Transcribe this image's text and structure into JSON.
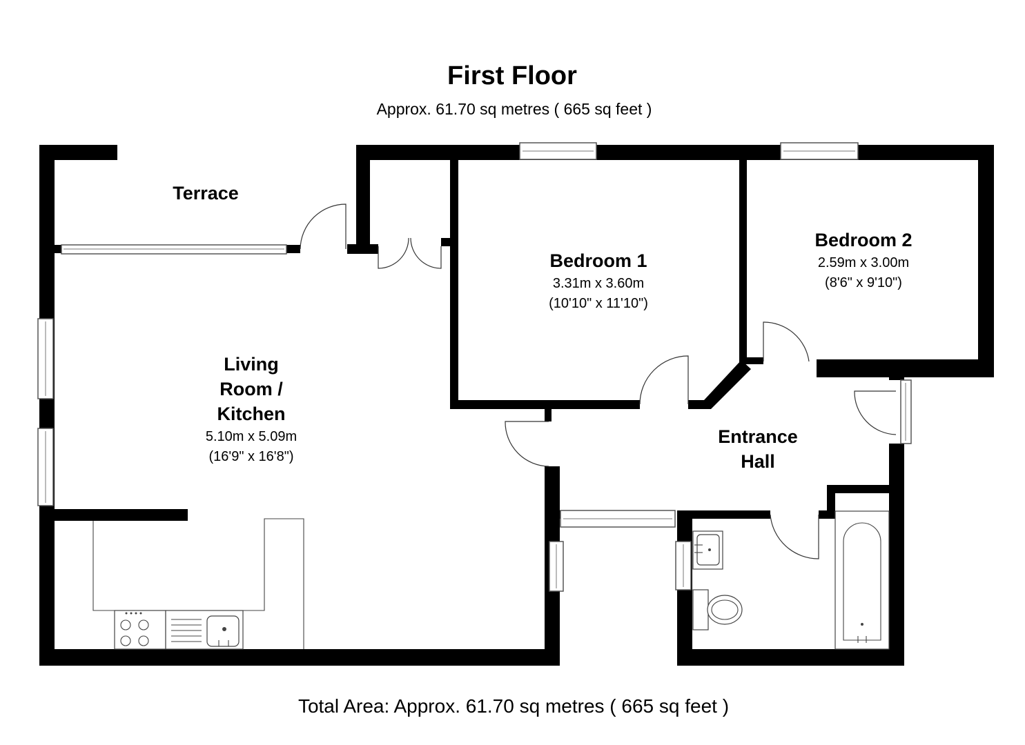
{
  "header": {
    "title": "First Floor",
    "subtitle": "Approx. 61.70 sq metres  ( 665 sq feet )"
  },
  "rooms": {
    "terrace": {
      "name": "Terrace"
    },
    "bedroom1": {
      "name": "Bedroom 1",
      "dim_metric": "3.31m x 3.60m",
      "dim_imperial": "(10'10\" x 11'10\")"
    },
    "bedroom2": {
      "name": "Bedroom 2",
      "dim_metric": "2.59m x 3.00m",
      "dim_imperial": "(8'6\" x 9'10\")"
    },
    "living": {
      "name_line1": "Living",
      "name_line2": "Room /",
      "name_line3": "Kitchen",
      "dim_metric": "5.10m x 5.09m",
      "dim_imperial": "(16'9\" x 16'8\")"
    },
    "hall": {
      "name_line1": "Entrance",
      "name_line2": "Hall"
    }
  },
  "footer": {
    "total": "Total Area: Approx. 61.70 sq metres  ( 665 sq feet )"
  }
}
